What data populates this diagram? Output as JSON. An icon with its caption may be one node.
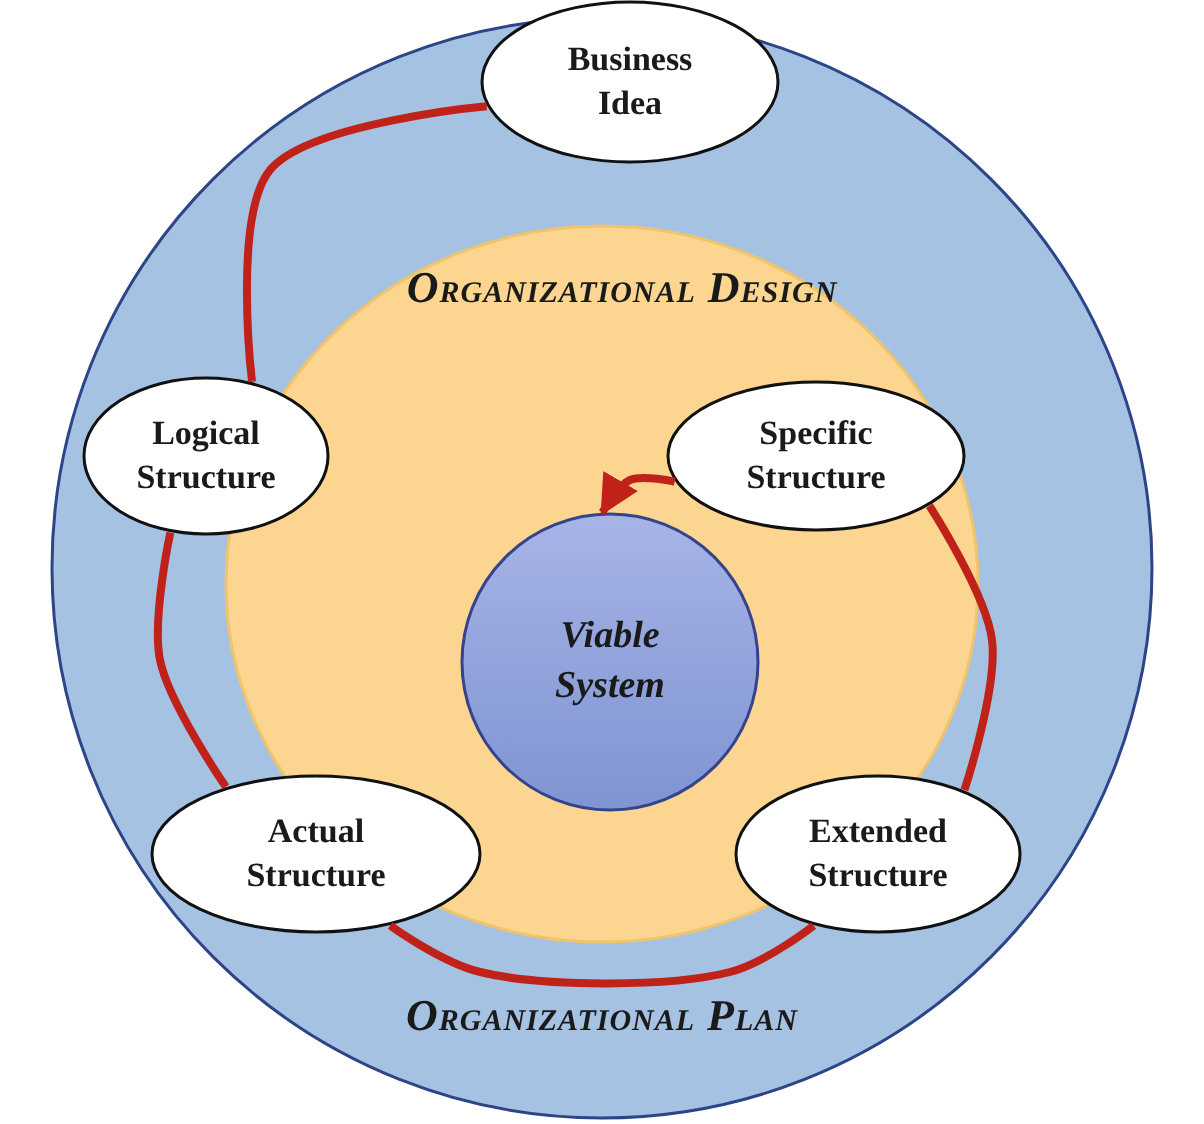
{
  "diagram": {
    "nodes": [
      {
        "text": [
          "Organizational Plan"
        ]
      },
      {
        "text": [
          "Organizational Design"
        ],
        "in": 0
      },
      {
        "text": [
          "Business Idea"
        ]
      },
      {
        "text": [
          "Logical Structure"
        ],
        "in": 0
      },
      {
        "text": [
          "Specific Structure"
        ],
        "in": 1
      },
      {
        "text": [
          "Viable System"
        ],
        "in": 1
      },
      {
        "text": [
          "Actual Structure"
        ],
        "in": 0
      },
      {
        "text": [
          "Extended Structure"
        ],
        "in": 0
      }
    ],
    "edges": [
      {
        "from": 2,
        "to": 3,
        "arrow": "none"
      },
      {
        "from": 3,
        "to": 6,
        "arrow": "none"
      },
      {
        "from": 6,
        "to": 7,
        "arrow": "none"
      },
      {
        "from": 7,
        "to": 4,
        "arrow": "none"
      },
      {
        "from": 4,
        "to": 5,
        "arrow": "to"
      }
    ]
  }
}
